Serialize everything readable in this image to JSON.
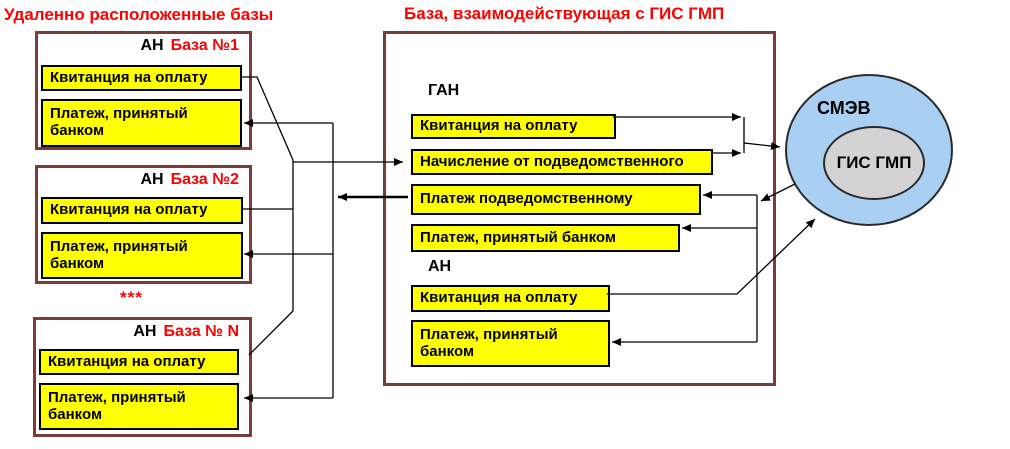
{
  "titles": {
    "remote": "Удаленно расположенные базы",
    "central": "База, взаимодействующая с ГИС ГМП"
  },
  "ellipsis": "***",
  "remote_bases": [
    {
      "org": "АН",
      "name": "База №1",
      "receipt": "Квитанция на оплату",
      "payment": "Платеж, принятый банком"
    },
    {
      "org": "АН",
      "name": "База №2",
      "receipt": "Квитанция на оплату",
      "payment": "Платеж, принятый банком"
    },
    {
      "org": "АН",
      "name": "База № N",
      "receipt": "Квитанция на оплату",
      "payment": "Платеж, принятый банком"
    }
  ],
  "central": {
    "gan_label": "ГАН",
    "gan_receipt": "Квитанция на оплату",
    "gan_charge": "Начисление от подведомственного",
    "gan_payment_out": "Платеж подведомственному",
    "gan_payment_bank": "Платеж, принятый банком",
    "an_label": "АН",
    "an_receipt": "Квитанция на оплату",
    "an_payment_bank": "Платеж, принятый банком"
  },
  "smev": {
    "outer": "СМЭВ",
    "inner": "ГИС ГМП"
  },
  "colors": {
    "title_red": "#ff0000",
    "frame_dark_red": "#7d3c3c",
    "box_yellow": "#ffff00",
    "smev_blue": "#a9cff2",
    "gis_gray": "#d3d3d3",
    "line_black": "#000000"
  }
}
